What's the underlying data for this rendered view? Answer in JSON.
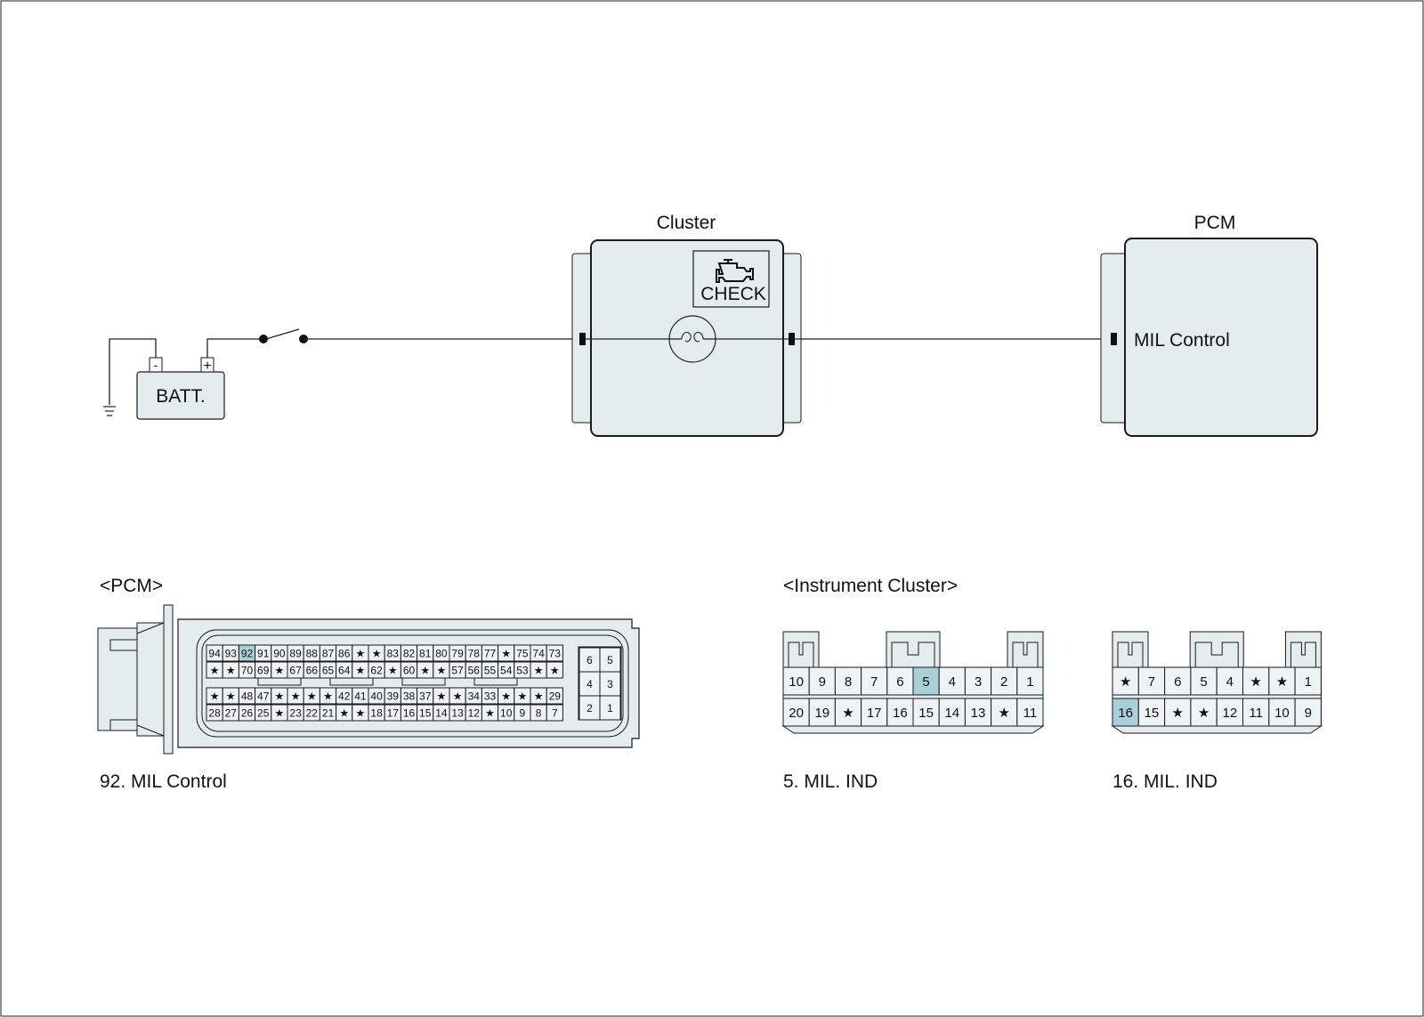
{
  "labels": {
    "batt": "BATT.",
    "batt_minus": "-",
    "batt_plus": "+",
    "cluster_title": "Cluster",
    "check_text": "CHECK",
    "pcm_title": "PCM",
    "mil_control": "MIL Control",
    "pcm_conn_header": "<PCM>",
    "cluster_conn_header": "<Instrument Cluster>",
    "pcm_pin_caption": "92. MIL Control",
    "cluster_pin_caption_a": "5. MIL. IND",
    "cluster_pin_caption_b": "16. MIL. IND"
  },
  "icons": {
    "engine": "engine-check-icon",
    "bulb": "bulb-icon",
    "ground": "ground-icon",
    "switch": "switch-icon"
  },
  "colors": {
    "highlight": "#a9cfd8",
    "fill": "#e5ecee"
  },
  "pcm_connector": {
    "row1": [
      "94",
      "93",
      "92",
      "91",
      "90",
      "89",
      "88",
      "87",
      "86",
      "★",
      "★",
      "83",
      "82",
      "81",
      "80",
      "79",
      "78",
      "77",
      "★",
      "75",
      "74",
      "73"
    ],
    "row2": [
      "★",
      "★",
      "70",
      "69",
      "★",
      "67",
      "66",
      "65",
      "64",
      "★",
      "62",
      "★",
      "60",
      "★",
      "★",
      "57",
      "56",
      "55",
      "54",
      "53",
      "★",
      "★"
    ],
    "row3": [
      "★",
      "★",
      "48",
      "47",
      "★",
      "★",
      "★",
      "★",
      "42",
      "41",
      "40",
      "39",
      "38",
      "37",
      "★",
      "★",
      "34",
      "33",
      "★",
      "★",
      "★",
      "29"
    ],
    "row4": [
      "28",
      "27",
      "26",
      "25",
      "★",
      "23",
      "22",
      "21",
      "★",
      "★",
      "18",
      "17",
      "16",
      "15",
      "14",
      "13",
      "12",
      "★",
      "10",
      "9",
      "8",
      "7"
    ],
    "small_left": [
      "6",
      "4",
      "2"
    ],
    "small_right": [
      "5",
      "3",
      "1"
    ],
    "highlight_pin": "92"
  },
  "cluster_connector_a": {
    "top": [
      "10",
      "9",
      "8",
      "7",
      "6",
      "5",
      "4",
      "3",
      "2",
      "1"
    ],
    "bottom": [
      "20",
      "19",
      "★",
      "17",
      "16",
      "15",
      "14",
      "13",
      "★",
      "11"
    ],
    "highlight_pin": "5"
  },
  "cluster_connector_b": {
    "top": [
      "★",
      "7",
      "6",
      "5",
      "4",
      "★",
      "★",
      "1"
    ],
    "bottom": [
      "16",
      "15",
      "★",
      "★",
      "12",
      "11",
      "10",
      "9"
    ],
    "highlight_pin": "16"
  }
}
